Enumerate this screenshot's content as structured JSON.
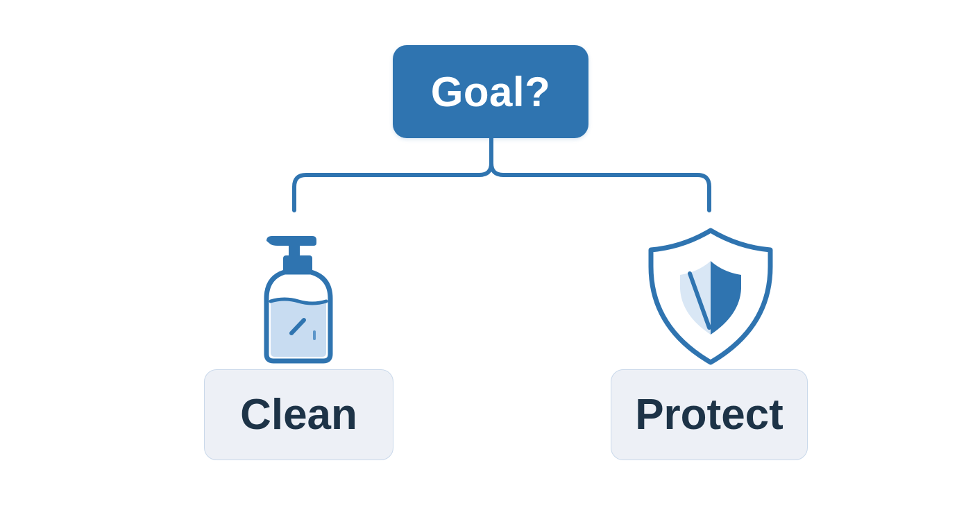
{
  "diagram": {
    "root": {
      "label": "Goal?"
    },
    "options": [
      {
        "id": "clean",
        "label": "Clean",
        "icon": "soap-bottle-icon"
      },
      {
        "id": "protect",
        "label": "Protect",
        "icon": "shield-icon"
      }
    ]
  },
  "colors": {
    "accent": "#2f74b0",
    "accent_light": "#d9e7f5",
    "leaf_background": "#edf0f6",
    "leaf_border": "#c9d8ea",
    "leaf_text": "#1d3347",
    "root_text": "#ffffff",
    "background": "#ffffff"
  }
}
